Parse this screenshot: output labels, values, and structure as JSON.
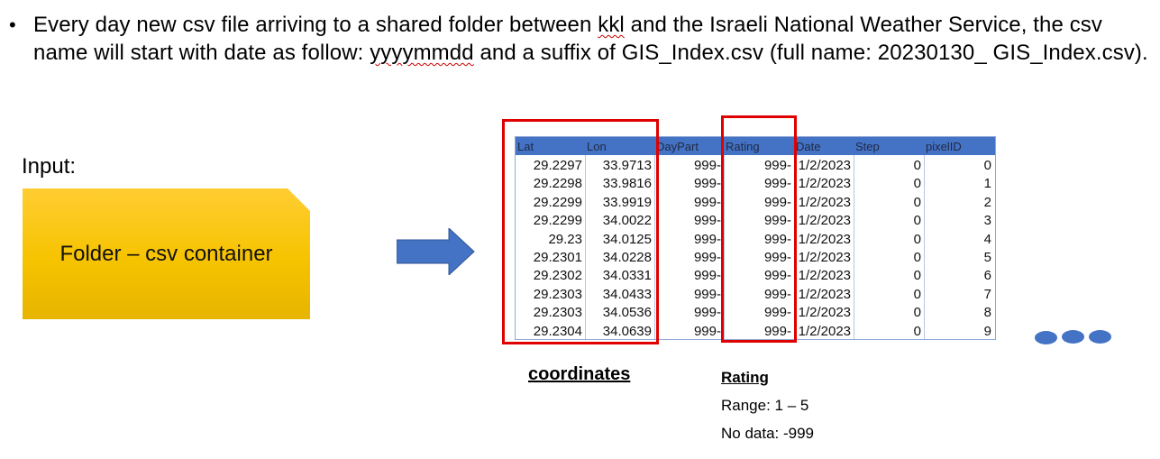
{
  "bullet": {
    "symbol": "•",
    "text_part1": "Every day new csv file arriving to a shared folder between ",
    "kkl": "kkl",
    "text_part2": " and the Israeli National Weather Service, the csv name will start with date as follow: ",
    "format": "yyyymmdd",
    "text_part3": " and a suffix of GIS_Index.csv (full name: 20230130_ GIS_Index.csv)."
  },
  "input_label": "Input:",
  "folder_label": "Folder – csv container",
  "table": {
    "columns": [
      "Lat",
      "Lon",
      "DayPart",
      "Rating",
      "Date",
      "Step",
      "pixelID"
    ],
    "rows": [
      [
        "29.2297",
        "33.9713",
        "999-",
        "999-",
        "1/2/2023",
        "0",
        "0"
      ],
      [
        "29.2298",
        "33.9816",
        "999-",
        "999-",
        "1/2/2023",
        "0",
        "1"
      ],
      [
        "29.2299",
        "33.9919",
        "999-",
        "999-",
        "1/2/2023",
        "0",
        "2"
      ],
      [
        "29.2299",
        "34.0022",
        "999-",
        "999-",
        "1/2/2023",
        "0",
        "3"
      ],
      [
        "29.23",
        "34.0125",
        "999-",
        "999-",
        "1/2/2023",
        "0",
        "4"
      ],
      [
        "29.2301",
        "34.0228",
        "999-",
        "999-",
        "1/2/2023",
        "0",
        "5"
      ],
      [
        "29.2302",
        "34.0331",
        "999-",
        "999-",
        "1/2/2023",
        "0",
        "6"
      ],
      [
        "29.2303",
        "34.0433",
        "999-",
        "999-",
        "1/2/2023",
        "0",
        "7"
      ],
      [
        "29.2303",
        "34.0536",
        "999-",
        "999-",
        "1/2/2023",
        "0",
        "8"
      ],
      [
        "29.2304",
        "34.0639",
        "999-",
        "999-",
        "1/2/2023",
        "0",
        "9"
      ]
    ]
  },
  "labels": {
    "coordinates": "coordinates",
    "rating_title": "Rating",
    "rating_range": "Range: 1 – 5",
    "rating_nodata": "No data:  -999"
  },
  "colors": {
    "folder": "#f6c300",
    "arrow": "#4472c4",
    "header": "#4472c4",
    "highlight": "#e00000",
    "dots": "#4472c4"
  },
  "icons": [
    "right-arrow-icon",
    "ellipsis-icon"
  ]
}
